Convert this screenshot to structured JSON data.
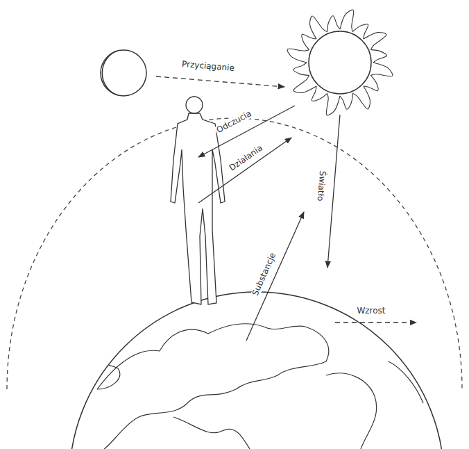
{
  "diagram": {
    "labels": [
      "Przyciąganie",
      "Odczucia",
      "Działania",
      "Światło",
      "Substancje",
      "Wzrost"
    ]
  }
}
